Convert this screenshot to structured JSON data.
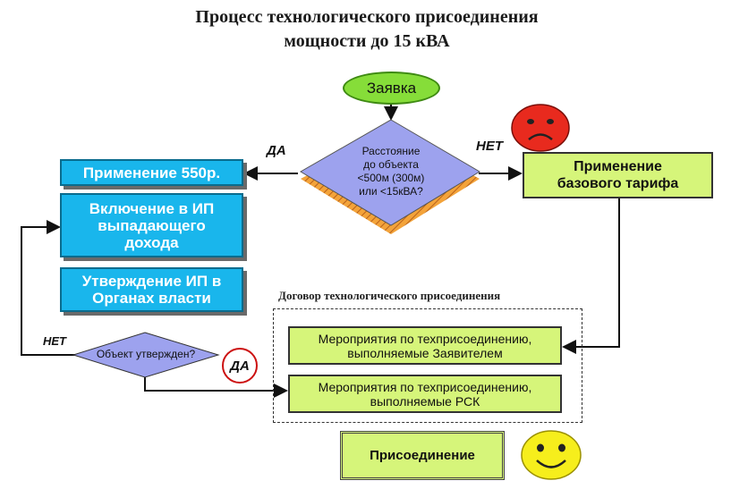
{
  "title": {
    "line1": "Процесс технологического присоединения",
    "line2": "мощности до 15 кВА"
  },
  "nodes": {
    "start": "Заявка",
    "decision_distance": {
      "line1": "Расстояние",
      "line2": "до объекта",
      "line3": "<500м (300м)",
      "line4": "или <15кВА?"
    },
    "apply_550": "Применение 550р.",
    "include_ip": {
      "line1": "Включение в ИП",
      "line2": "выпадающего",
      "line3": "дохода"
    },
    "approve_ip": {
      "line1": "Утверждение ИП в",
      "line2": "Органах власти"
    },
    "decision_approved": "Объект утвержден?",
    "base_tariff": {
      "line1": "Применение",
      "line2": "базового тарифа"
    },
    "contract_label": "Договор технологического присоединения",
    "applicant_measures": {
      "line1": "Мероприятия по техприсоединению,",
      "line2": "выполняемые Заявителем"
    },
    "grid_measures": {
      "line1": "Мероприятия по техприсоединению,",
      "line2": "выполняемые РСК"
    },
    "connection": "Присоединение"
  },
  "edge_labels": {
    "yes_left": "ДА",
    "no_right": "НЕТ",
    "no_left": "НЕТ",
    "yes_circle": "ДА"
  },
  "colors": {
    "process_box": "#19b6ec",
    "result_box": "#d6f57a",
    "decision": "#9da2ee",
    "start_oval": "#86dd39",
    "sad_face": "#e82a1e",
    "happy_face": "#f6ee1c"
  },
  "icons": [
    "sad-face-icon",
    "happy-face-icon"
  ]
}
